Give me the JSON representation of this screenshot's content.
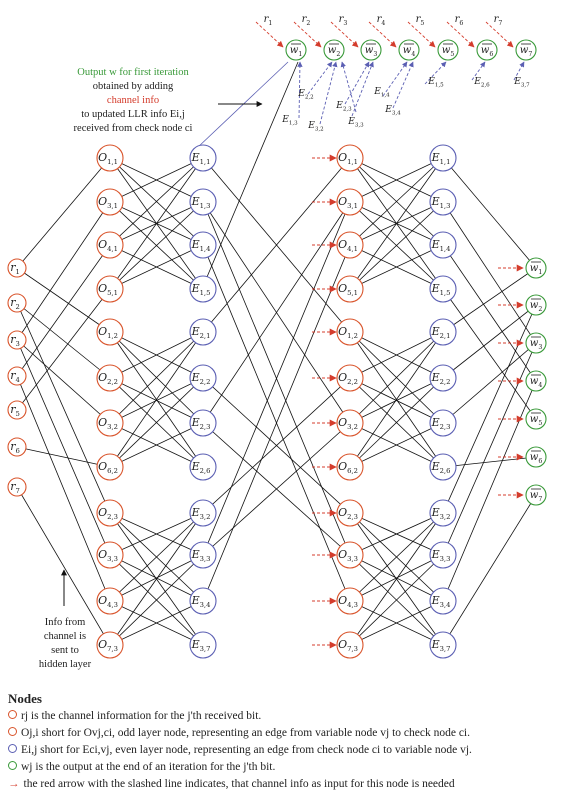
{
  "colors": {
    "variable_node": "#d9542b",
    "check_node": "#5b5fb3",
    "output_node": "#3a9a3a",
    "channel_arrow": "#d43c2c",
    "edge": "#111111"
  },
  "r_nodes": [
    "r1",
    "r2",
    "r3",
    "r4",
    "r5",
    "r6",
    "r7"
  ],
  "odd_nodes": [
    "O1,1",
    "O3,1",
    "O4,1",
    "O5,1",
    "O1,2",
    "O2,2",
    "O3,2",
    "O6,2",
    "O2,3",
    "O3,3",
    "O4,3",
    "O7,3"
  ],
  "odd_nodes_right": [
    "O1,1",
    "O3,1",
    "O4,1",
    "O5,1",
    "O1,2",
    "O2,2",
    "O3,2",
    "O6,2",
    "O2,3",
    "O3,3",
    "O4,3",
    "O7,3"
  ],
  "even_nodes": [
    "E1,1",
    "E1,3",
    "E1,4",
    "E1,5",
    "E2,1",
    "E2,2",
    "E2,3",
    "E2,6",
    "E3,2",
    "E3,3",
    "E3,4",
    "E3,7"
  ],
  "w_nodes": [
    "w1",
    "w2",
    "w3",
    "w4",
    "w5",
    "w6",
    "w7"
  ],
  "top_r_labels": [
    "r1",
    "r2",
    "r3",
    "r4",
    "r5",
    "r6",
    "r7"
  ],
  "top_e_labels": [
    "E1,3",
    "E2,2",
    "E3,2",
    "E2,3",
    "E3,3",
    "E1,4",
    "E3,4",
    "E1,5",
    "E2,6",
    "E3,7"
  ],
  "annotations": {
    "output_line1": "Output w for first iteration",
    "output_line2": "obtained by adding",
    "output_line3": "channel info",
    "output_line4": "to updated LLR info Ei,j",
    "output_line5": "received from check node ci",
    "channel_line1": "Info from",
    "channel_line2": "channel is",
    "channel_line3": "sent to",
    "channel_line4": "hidden layer"
  },
  "legend": {
    "title": "Nodes",
    "items": [
      "rj is the channel information for the j'th received bit.",
      "Oj,i short for Ovj,ci, odd layer node, representing an edge from variable node vj to check node ci.",
      "Ei,j short for Eci,vj, even layer node, representing an edge from check node ci to variable node vj.",
      "wj is the output at the end of an iteration for the j'th bit.",
      "the red arrow with the slashed line indicates, that channel info as input for this node is needed"
    ]
  }
}
